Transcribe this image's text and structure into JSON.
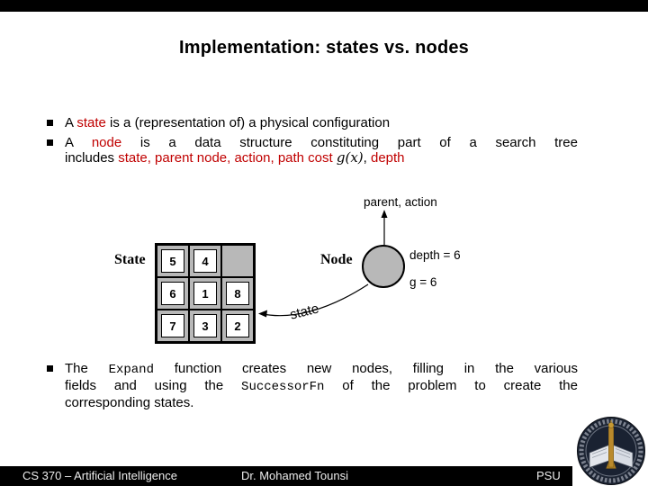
{
  "title": "Implementation: states vs. nodes",
  "bullets": {
    "b1": {
      "pre": "A ",
      "red1": "state",
      "post": " is a (representation of) a physical configuration"
    },
    "b2": {
      "line1": {
        "pre": "A ",
        "red1": "node",
        "post": " is a data structure constituting part of a search tree"
      },
      "line2": {
        "pre": "includes ",
        "red1": "state, parent node, action, path cost ",
        "italic": "g(x)",
        "mid": ", ",
        "red2": "depth"
      }
    },
    "b3": {
      "line1": {
        "pre": "The ",
        "mono": "Expand",
        "post": " function creates new nodes, filling in the various"
      },
      "line2": {
        "pre": "fields and using the ",
        "mono": "SuccessorFn",
        "post": " of the problem to create the"
      },
      "line3": {
        "text": "corresponding states."
      }
    }
  },
  "diagram": {
    "state_label": "State",
    "node_label": "Node",
    "parent_action_label": "parent, action",
    "depth_label": "depth = 6",
    "g_label": "g = 6",
    "state_arrow_label": "state",
    "grid": {
      "rows": [
        [
          "5",
          "4",
          ""
        ],
        [
          "6",
          "1",
          "8"
        ],
        [
          "7",
          "3",
          "2"
        ]
      ]
    }
  },
  "footer": {
    "course": "CS 370 – Artificial Intelligence",
    "instructor": "Dr. Mohamed Tounsi",
    "university": "PSU"
  },
  "colors": {
    "accent_red": "#c00000",
    "diagram_gray": "#b8b8b8",
    "bar_black": "#000000",
    "footer_text": "#ededed"
  }
}
